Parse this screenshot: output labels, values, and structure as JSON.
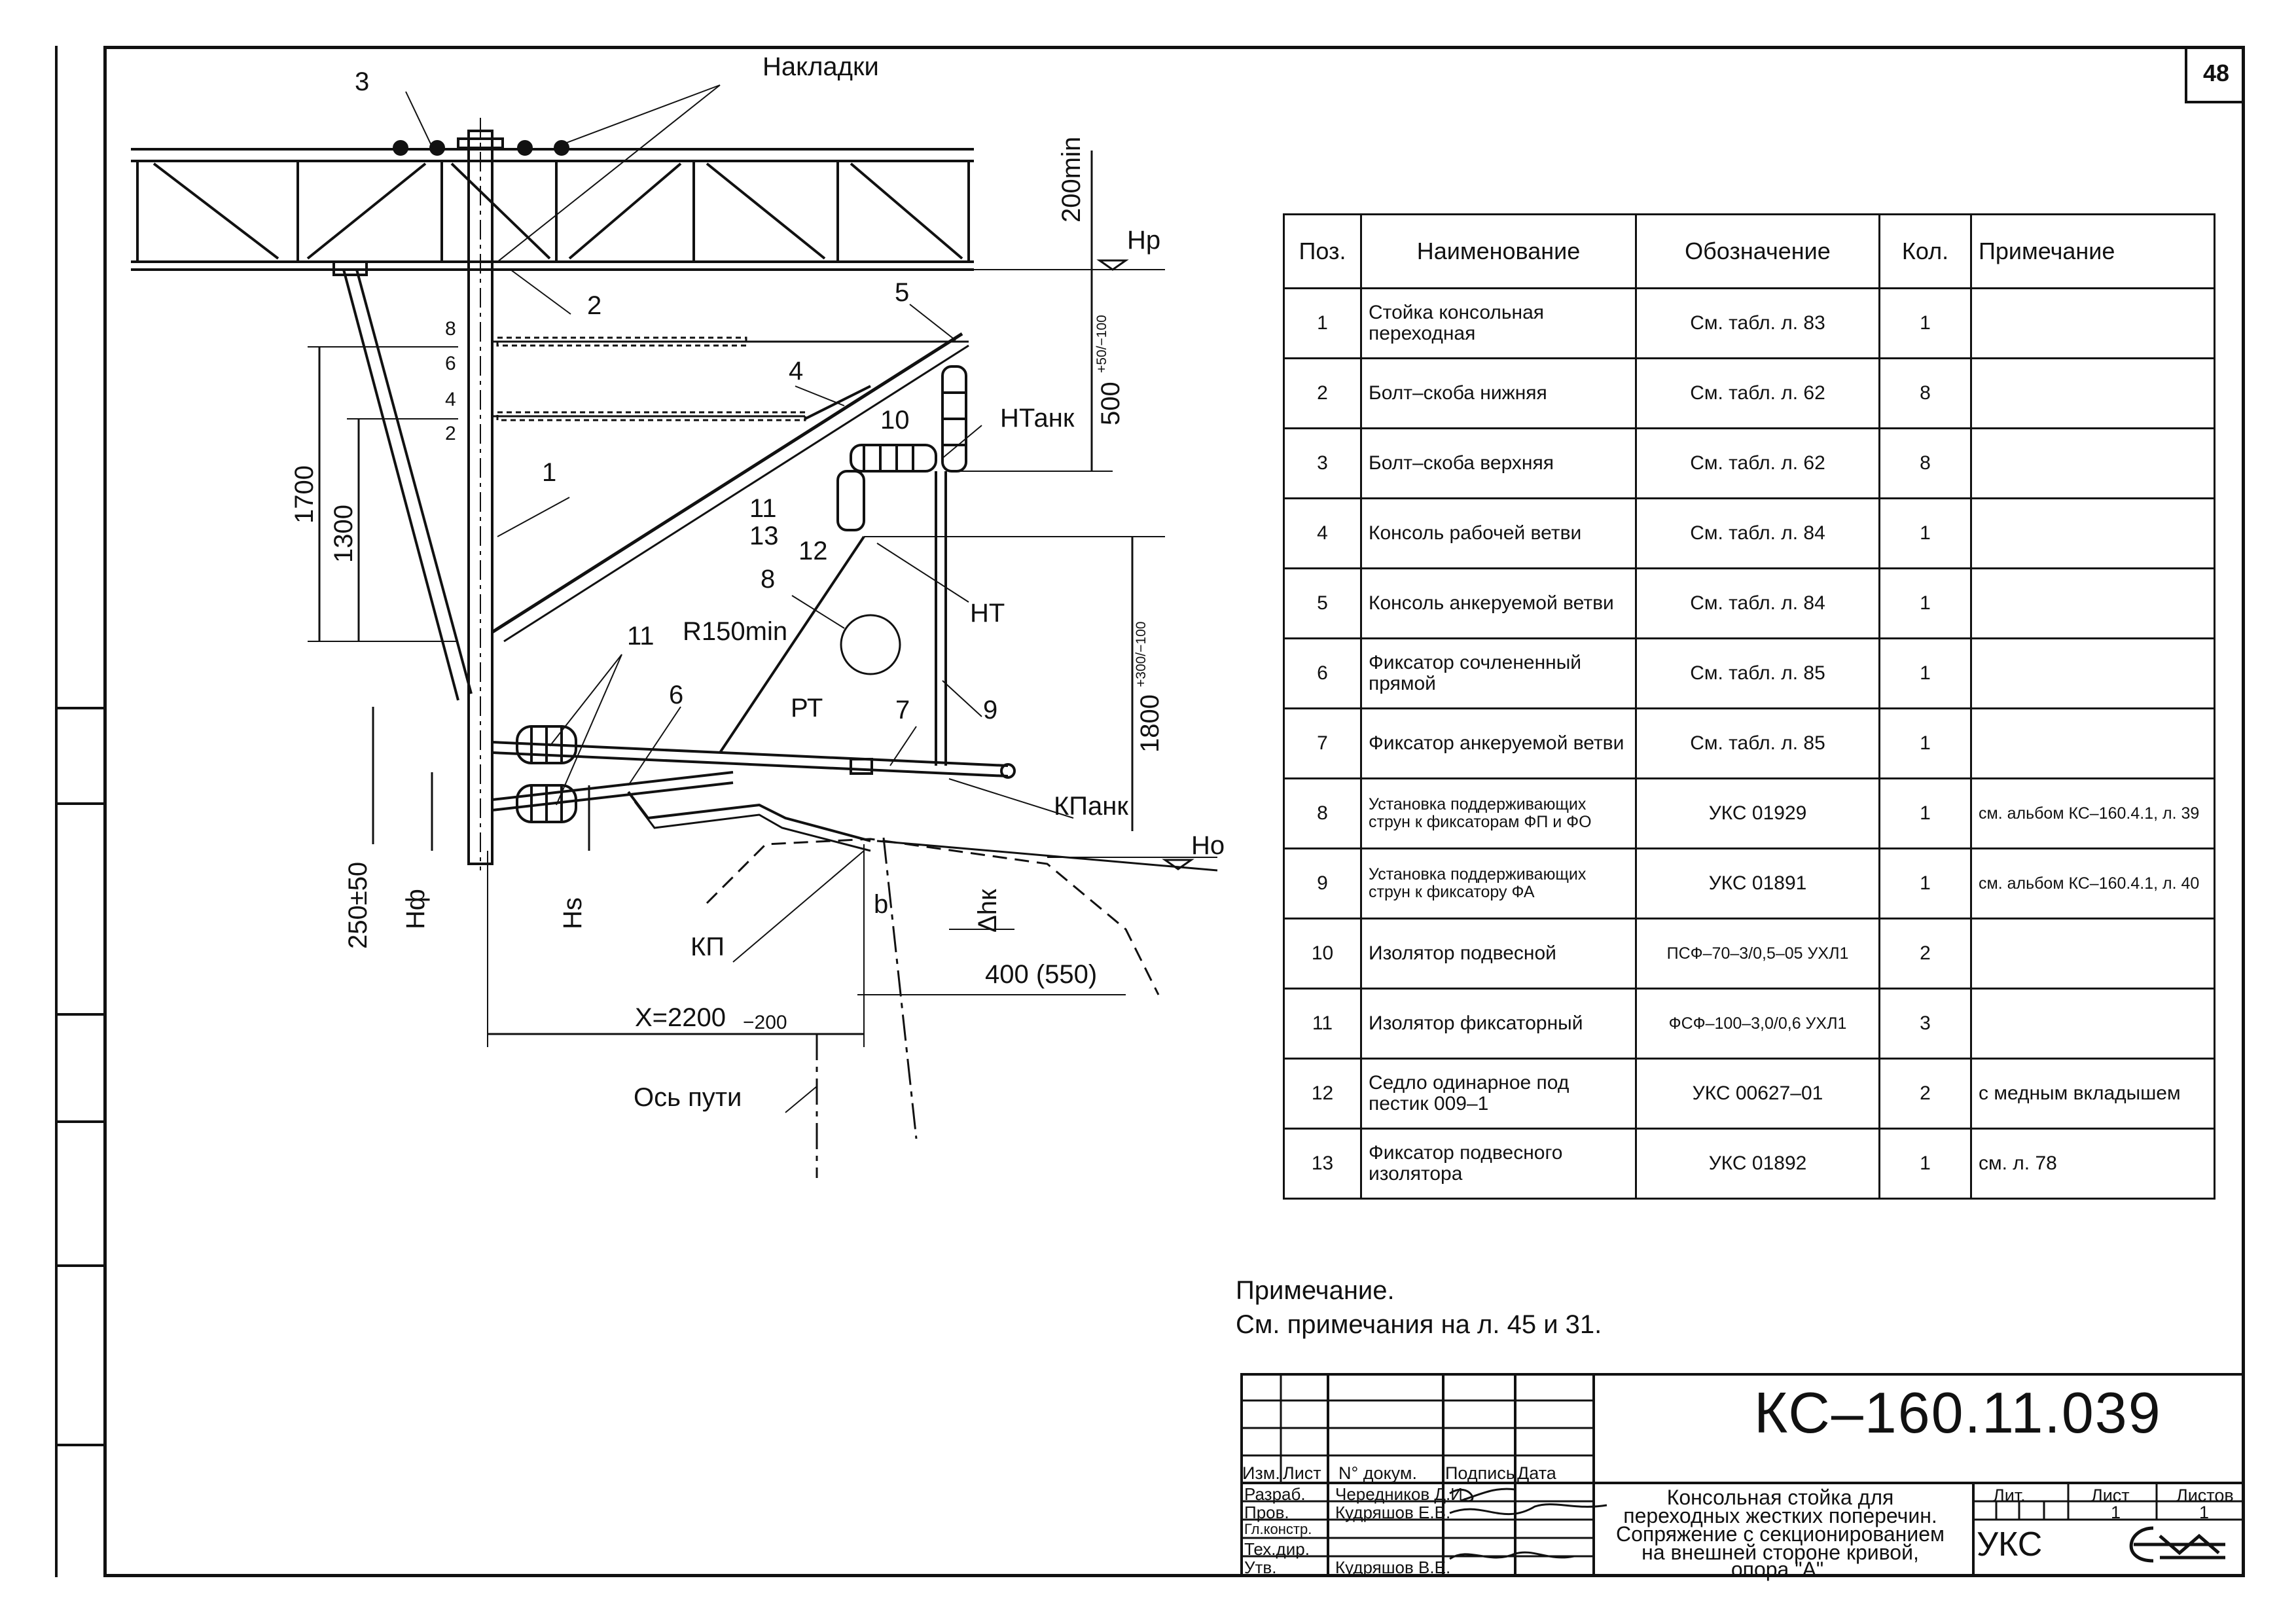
{
  "sheet_number": "48",
  "drawing_labels": {
    "pos_3": "3",
    "nakladki": "Накладки",
    "dim_200min": "200min",
    "hp": "Hp",
    "pos_2": "2",
    "pos_5": "5",
    "dim_500": "500",
    "dim_500_tol": "+50/−100",
    "pos_4": "4",
    "htank": "HТанк",
    "pos_10": "10",
    "pos_1": "1",
    "pos_11a": "11",
    "pos_13": "13",
    "pos_12": "12",
    "dim_1700": "1700",
    "dim_1300": "1300",
    "pos_8": "8",
    "ht": "HТ",
    "r150": "R150min",
    "pos_11b": "11",
    "pos_6": "6",
    "rt": "РТ",
    "pos_7": "7",
    "pos_9": "9",
    "dim_1800": "1800",
    "dim_1800_tol": "+300/−100",
    "kpank": "КПанк",
    "ho": "Ho",
    "dim_250": "250±50",
    "hf": "Hф",
    "hs": "Hs",
    "kp": "КП",
    "b": "b",
    "dhk": "Δhк",
    "dim_400": "400 (550)",
    "x_dim": "X=2200",
    "x_tol": "−200",
    "axis": "Ось пути",
    "tick_8": "8",
    "tick_6": "6",
    "tick_4": "4",
    "tick_2": "2"
  },
  "spec_table": {
    "headers": [
      "Поз.",
      "Наименование",
      "Обозначение",
      "Кол.",
      "Примечание"
    ],
    "rows": [
      {
        "pos": "1",
        "name": "Стойка консольная переходная",
        "code": "См. табл. л. 83",
        "qty": "1",
        "note": ""
      },
      {
        "pos": "2",
        "name": "Болт–скоба нижняя",
        "code": "См. табл. л. 62",
        "qty": "8",
        "note": ""
      },
      {
        "pos": "3",
        "name": "Болт–скоба верхняя",
        "code": "См. табл. л. 62",
        "qty": "8",
        "note": ""
      },
      {
        "pos": "4",
        "name": "Консоль рабочей ветви",
        "code": "См. табл. л. 84",
        "qty": "1",
        "note": ""
      },
      {
        "pos": "5",
        "name": "Консоль анкеруемой ветви",
        "code": "См. табл. л. 84",
        "qty": "1",
        "note": ""
      },
      {
        "pos": "6",
        "name": "Фиксатор сочлененный прямой",
        "code": "См. табл. л. 85",
        "qty": "1",
        "note": ""
      },
      {
        "pos": "7",
        "name": "Фиксатор анкеруемой ветви",
        "code": "См. табл. л. 85",
        "qty": "1",
        "note": ""
      },
      {
        "pos": "8",
        "name": "Установка поддерживающих струн к фиксаторам ФП и ФО",
        "code": "УКС 01929",
        "qty": "1",
        "note": "см. альбом КС–160.4.1, л. 39"
      },
      {
        "pos": "9",
        "name": "Установка поддерживающих струн к фиксатору ФА",
        "code": "УКС 01891",
        "qty": "1",
        "note": "см. альбом КС–160.4.1, л. 40"
      },
      {
        "pos": "10",
        "name": "Изолятор подвесной",
        "code": "ПСФ–70–3/0,5–05 УХЛ1",
        "qty": "2",
        "note": ""
      },
      {
        "pos": "11",
        "name": "Изолятор фиксаторный",
        "code": "ФСФ–100–3,0/0,6 УХЛ1",
        "qty": "3",
        "note": ""
      },
      {
        "pos": "12",
        "name": "Седло одинарное под пестик 009–1",
        "code": "УКС 00627–01",
        "qty": "2",
        "note": "с медным вкладышем"
      },
      {
        "pos": "13",
        "name": "Фиксатор подвесного изолятора",
        "code": "УКС 01892",
        "qty": "1",
        "note": "см. л. 78"
      }
    ]
  },
  "note": {
    "title": "Примечание.",
    "text": "См. примечания на л. 45 и 31."
  },
  "stamp": {
    "code": "КС–160.11.039",
    "headers": {
      "izm": "Изм.",
      "list": "Лист",
      "doc": "N° докум.",
      "sign": "Подпись",
      "date": "Дата"
    },
    "roles": [
      "Разраб.",
      "Пров.",
      "Гл.констр.",
      "Тех.дир.",
      "Утв."
    ],
    "names": [
      "Чередников Д.И.",
      "Кудряшов Е.В.",
      "",
      "",
      "Кудряшов В.Е."
    ],
    "title_lines": [
      "Консольная стойка для",
      "переходных жестких поперечин.",
      "Сопряжение с секционированием",
      "на внешней стороне кривой,",
      "опора \"А\"."
    ],
    "lit_label": "Лит.",
    "sheet_label": "Лист",
    "sheets_label": "Листов",
    "sheet_value": "1",
    "sheets_value": "1",
    "org": "УКС"
  }
}
